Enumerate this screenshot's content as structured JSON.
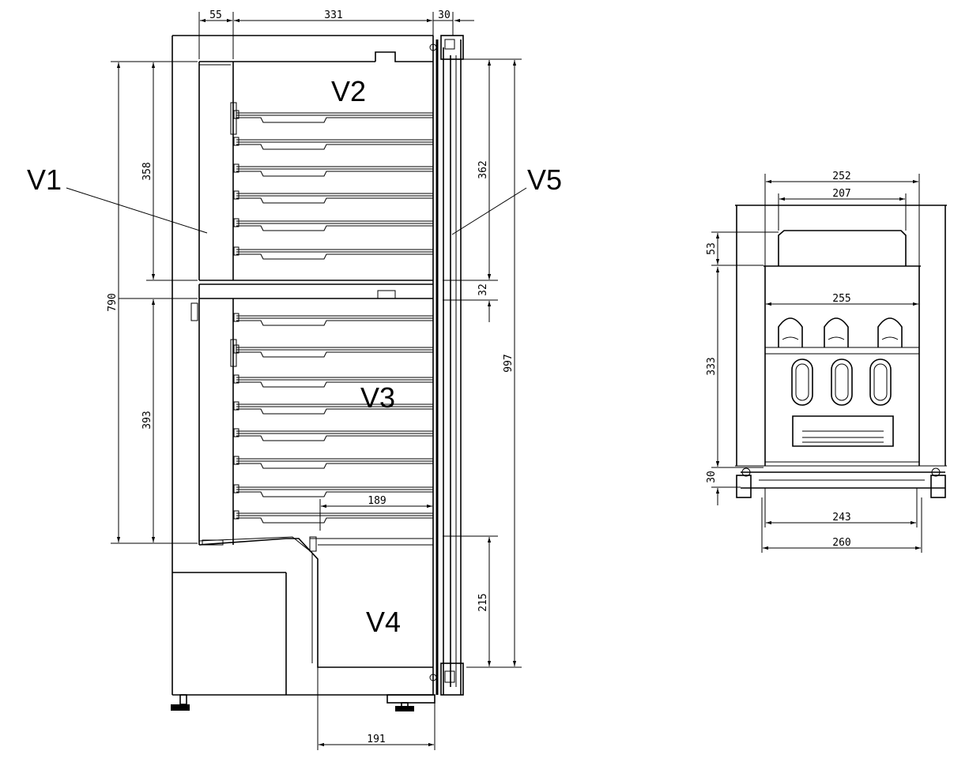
{
  "side_view": {
    "zone_labels": {
      "v1": "V1",
      "v2": "V2",
      "v3": "V3",
      "v4": "V4",
      "v5": "V5"
    },
    "dimensions": {
      "top_55": "55",
      "top_331": "331",
      "top_30": "30",
      "left_358": "358",
      "left_790": "790",
      "left_393": "393",
      "right_362": "362",
      "right_32": "32",
      "right_997": "997",
      "right_215": "215",
      "inner_189": "189",
      "bottom_191": "191"
    }
  },
  "front_view": {
    "dimensions": {
      "top_252": "252",
      "top_207": "207",
      "inner_255": "255",
      "left_53": "53",
      "left_333": "333",
      "left_30": "30",
      "bottom_243": "243",
      "bottom_260": "260"
    }
  }
}
